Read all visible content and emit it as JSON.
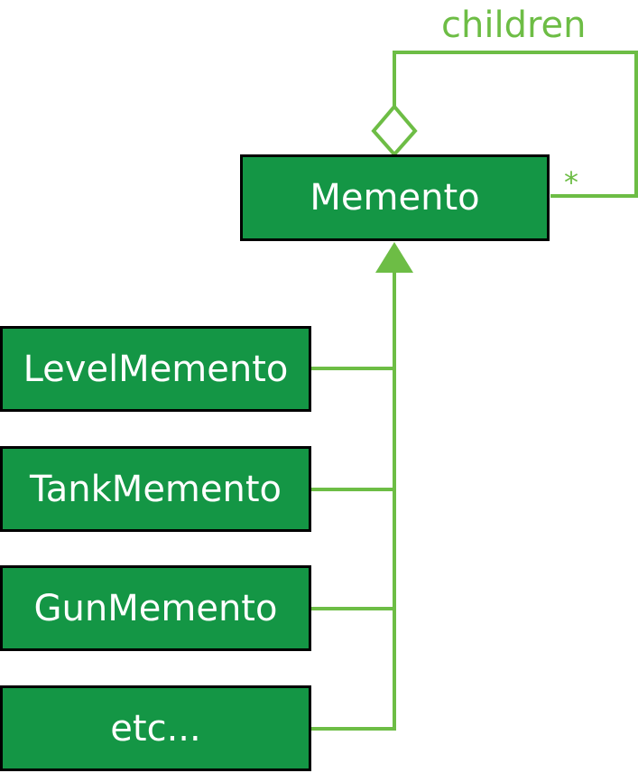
{
  "diagram": {
    "base_class": "Memento",
    "subclasses": [
      "LevelMemento",
      "TankMemento",
      "GunMemento",
      "etc..."
    ],
    "association_label": "children",
    "multiplicity": "*",
    "colors": {
      "box_fill": "#149645",
      "box_border": "#000000",
      "box_text": "#ffffff",
      "connector": "#6dbd45"
    }
  }
}
